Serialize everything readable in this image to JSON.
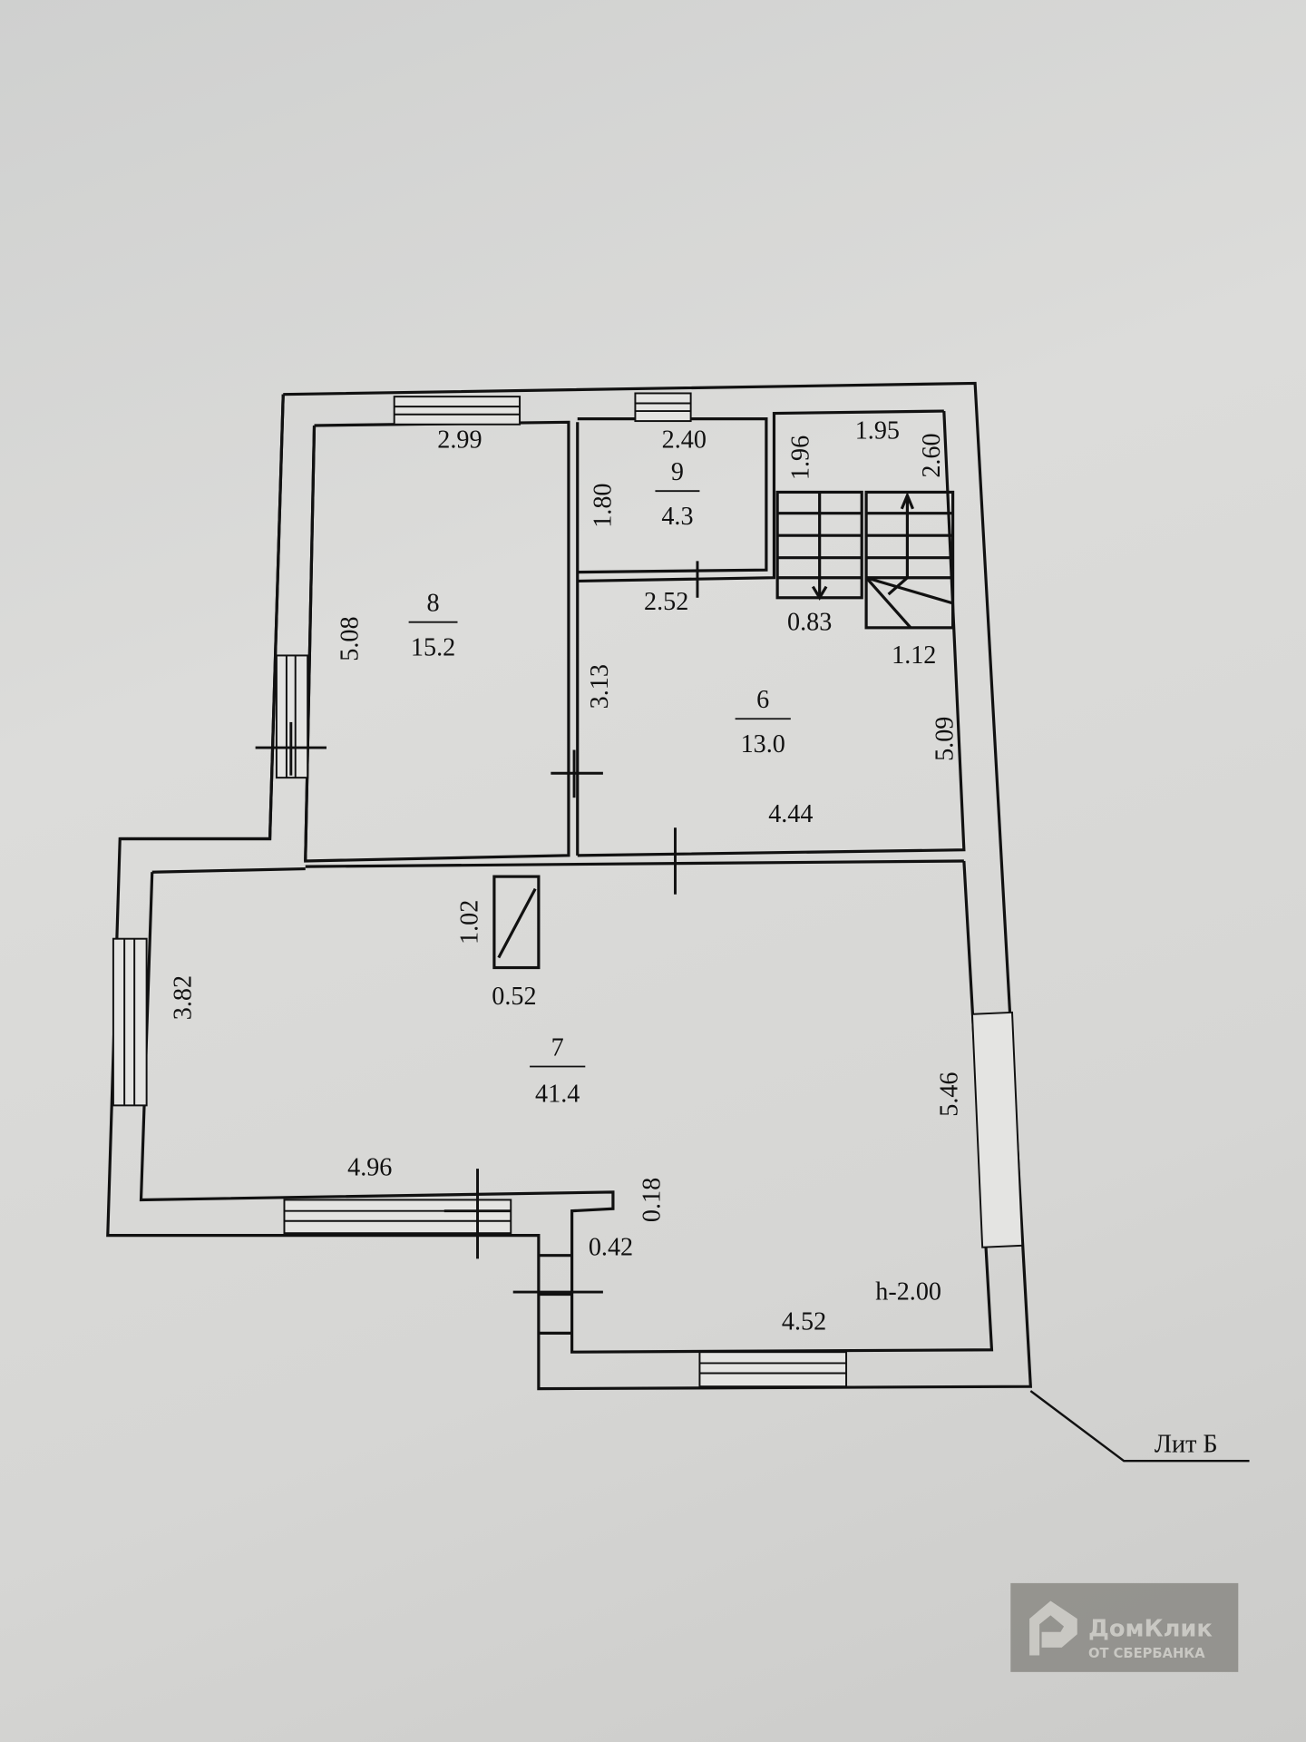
{
  "plan": {
    "rooms": [
      {
        "number": "8",
        "area": "15.2"
      },
      {
        "number": "9",
        "area": "4.3"
      },
      {
        "number": "6",
        "area": "13.0"
      },
      {
        "number": "7",
        "area": "41.4"
      }
    ],
    "dimensions": {
      "r8_top": "2.99",
      "r8_side": "5.08",
      "r9_top": "2.40",
      "r9_side": "1.80",
      "r9_bottom": "2.52",
      "stair_top": "1.95",
      "stair_left": "1.96",
      "stair_right": "2.60",
      "stair_bottom_left": "0.83",
      "stair_bottom_right": "1.12",
      "r6_side": "3.13",
      "r6_right": "5.09",
      "r6_bottom": "4.44",
      "chimney_h": "1.02",
      "chimney_w": "0.52",
      "r7_left": "3.82",
      "r7_right": "5.46",
      "r7_bottom_left": "4.96",
      "notch_h": "0.18",
      "notch_w": "0.42",
      "r7_bottom_right": "4.52"
    },
    "height_label": "h-2.00",
    "building_label": "Лит Б"
  },
  "watermark": {
    "brand": "ДомКлик",
    "subtitle": "ОТ СБЕРБАНКА"
  }
}
